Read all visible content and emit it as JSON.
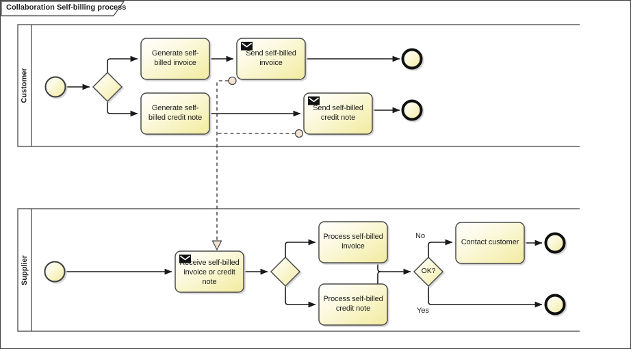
{
  "frame": {
    "title": "Collaboration Self-billing process"
  },
  "pools": {
    "customer": {
      "label": "Customer"
    },
    "supplier": {
      "label": "Supplier"
    }
  },
  "tasks": {
    "generate_invoice": "Generate self-\nbilled invoice",
    "generate_credit_note": "Generate self-\nbilled credit note",
    "send_invoice": "Send self-billed\ninvoice",
    "send_credit_note": "Send self-billed\ncredit note",
    "receive_invoice_or_credit_note": "Receive self-billed\ninvoice or credit\nnote",
    "process_invoice": "Process self-billed\ninvoice",
    "process_credit_note": "Process self-billed\ncredit note",
    "contact_customer": "Contact customer"
  },
  "gateways": {
    "ok": "OK?"
  },
  "flow_labels": {
    "no": "No",
    "yes": "Yes"
  },
  "icons": {
    "message": "envelope-icon"
  },
  "colors": {
    "node_fill_light": "#ffffff",
    "node_fill_mid": "#fcfae3",
    "node_fill_yellow": "#f2eb9e",
    "node_border": "#4a4a4a",
    "sequence_flow": "#1a1a1a",
    "message_anchor_fill": "#f6e5d5",
    "pool_border": "#3c3c3c",
    "background": "#ffffff"
  }
}
